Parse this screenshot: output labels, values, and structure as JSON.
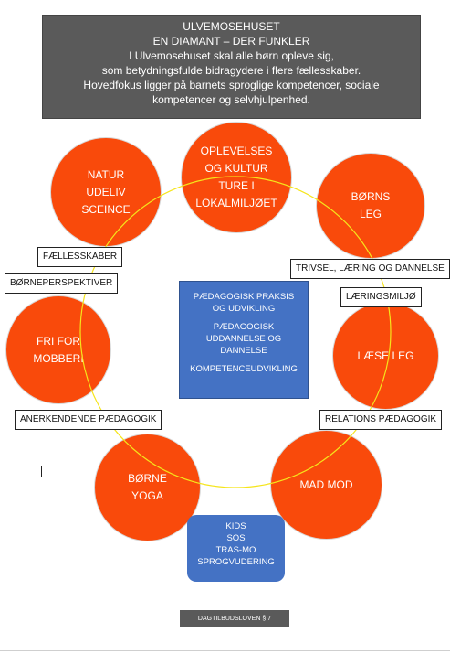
{
  "header": {
    "lines": [
      "ULVEMOSEHUSET",
      "EN DIAMANT – DER FUNKLER",
      "I Ulvemosehuset skal alle børn opleve sig,",
      "som betydningsfulde bidragydere i flere fællesskaber.",
      "Hovedfokus ligger på barnets sproglige kompetencer, sociale",
      "kompetencer og selvhjulpenhed."
    ]
  },
  "circles": {
    "natur": [
      "NATUR",
      "UDELIV",
      "SCEINCE"
    ],
    "oplevelser": [
      "OPLEVELSES",
      "OG KULTUR",
      "TURE I",
      "LOKALMILJØET"
    ],
    "born_leg": [
      "BØRNS",
      "LEG"
    ],
    "fri_for_mobberi": [
      "FRI FOR",
      "MOBBERI"
    ],
    "laese_leg": [
      "LÆSE LEG"
    ],
    "borne_yoga": [
      "BØRNE",
      "YOGA"
    ],
    "mad_mod": [
      "MAD MOD"
    ]
  },
  "labels": {
    "faellesskaber": "FÆLLESSKABER",
    "borneperspektiver": "BØRNEPERSPEKTIVER",
    "trivsel": "TRIVSEL, LÆRING OG DANNELSE",
    "laeringsmiljo": "LÆRINGSMILJØ",
    "anerkendende": "ANERKENDENDE PÆDAGOGIK",
    "relations": "RELATIONS PÆDAGOGIK"
  },
  "center": {
    "praksis": [
      "PÆDAGOGISK PRAKSIS",
      "OG UDVIKLING"
    ],
    "uddannelse": [
      "PÆDAGOGISK",
      "UDDANNELSE OG",
      "DANNELSE"
    ],
    "kompetence": "KOMPETENCEUDVIKLING"
  },
  "kids": [
    "KIDS",
    "SOS",
    "TRAS-MO",
    "SPROGVUDERING"
  ],
  "law": "DAGTILBUDSLOVEN § 7",
  "colors": {
    "header": "#5a5a5a",
    "circle": "#f94a0b",
    "center_box": "#4472c4",
    "ring": "#f5e51b"
  }
}
